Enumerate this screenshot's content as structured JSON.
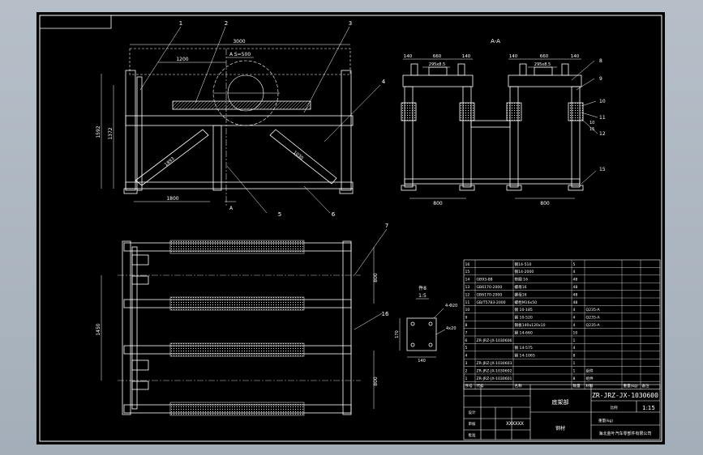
{
  "drawing": {
    "section_label": "A-A",
    "section_cut_marks": [
      "A",
      "A"
    ],
    "detail_label": "件8",
    "detail_scale": "1:5",
    "colors": {
      "sheet": "#000000",
      "line": "#ffffff",
      "accent": "#e8e8e8",
      "surround": "#a9b3bd"
    }
  },
  "front_view": {
    "dims": {
      "overall_width": "3000",
      "top_offset": "1200",
      "sweep": "S=500",
      "height_outer": "1592",
      "height_inner": "1372",
      "brace_left": "1893",
      "brace_right": "1030",
      "base_span": "1800"
    },
    "balloons": [
      "1",
      "2",
      "3",
      "4",
      "5",
      "6"
    ]
  },
  "side_view": {
    "dims": {
      "top_a1": "140",
      "top_a2": "660",
      "top_a3": "140",
      "top_b1": "140",
      "top_b2": "660",
      "top_b3": "140",
      "bore_left": "295x8.5",
      "bore_right": "295x8.5",
      "base_left": "800",
      "base_right": "800",
      "side_h1": "10",
      "side_h2": "15"
    },
    "balloons": [
      "8",
      "9",
      "10",
      "11",
      "12",
      "15"
    ]
  },
  "plan_view": {
    "dims": {
      "left_span": "1450",
      "right_top": "800",
      "right_bottom": "800"
    },
    "balloons": [
      "7",
      "16"
    ]
  },
  "detail_view": {
    "dims": {
      "width": "140",
      "height": "170",
      "hole": "4-Φ20",
      "hole_pattern": "4x20"
    }
  },
  "parts_list": {
    "rows": [
      {
        "no": "16",
        "code": "",
        "name": "钢14-510",
        "qty": "5",
        "mat": "",
        "weight": ""
      },
      {
        "no": "15",
        "code": "",
        "name": "钢14-2000",
        "qty": "4",
        "mat": "",
        "weight": ""
      },
      {
        "no": "14",
        "code": "GB93-88",
        "name": "垫圈 16",
        "qty": "48",
        "mat": "",
        "weight": ""
      },
      {
        "no": "13",
        "code": "GB6170-2000",
        "name": "螺母16",
        "qty": "48",
        "mat": "",
        "weight": ""
      },
      {
        "no": "12",
        "code": "GB6170-2000",
        "name": "螺母16",
        "qty": "48",
        "mat": "",
        "weight": ""
      },
      {
        "no": "11",
        "code": "GB/T5783-2000",
        "name": "螺栓M16x50",
        "qty": "48",
        "mat": "",
        "weight": ""
      },
      {
        "no": "10",
        "code": "",
        "name": "钢 10-185",
        "qty": "4",
        "mat": "Q235-A",
        "weight": ""
      },
      {
        "no": "9",
        "code": "",
        "name": "钢 10-520",
        "qty": "4",
        "mat": "Q235-A",
        "weight": ""
      },
      {
        "no": "8",
        "code": "",
        "name": "钢板140x120x10",
        "qty": "4",
        "mat": "Q235-A",
        "weight": ""
      },
      {
        "no": "7",
        "code": "",
        "name": "钢 14-660",
        "qty": "10",
        "mat": "",
        "weight": ""
      },
      {
        "no": "6",
        "code": "ZR-JRZ-JX-1030606",
        "name": "",
        "qty": "1",
        "mat": "",
        "weight": ""
      },
      {
        "no": "5",
        "code": "",
        "name": "钢 14-575",
        "qty": "4",
        "mat": "",
        "weight": ""
      },
      {
        "no": "4",
        "code": "",
        "name": "钢 14-1065",
        "qty": "8",
        "mat": "",
        "weight": ""
      },
      {
        "no": "3",
        "code": "ZR-JRZ-JX-1030603",
        "name": "",
        "qty": "1",
        "mat": "",
        "weight": ""
      },
      {
        "no": "2",
        "code": "ZR-JRZ-JX-1030602",
        "name": "",
        "qty": "1",
        "mat": "组件",
        "weight": ""
      },
      {
        "no": "1",
        "code": "ZR-JRZ-JX-1030601",
        "name": "",
        "qty": "8",
        "mat": "组件",
        "weight": ""
      }
    ],
    "header": {
      "no": "序号",
      "code": "代号",
      "name": "名称",
      "qty": "数量",
      "mat": "材料",
      "weight": "重量(kg)",
      "note": "备注"
    }
  },
  "title_block": {
    "drawing_title": "底架部",
    "drawing_number": "ZR-JRZ-JX-1030600",
    "scale": "1:15",
    "weight_label": "重量(kg)",
    "scale_label": "比例",
    "designer_label": "设计",
    "checker_label": "审核",
    "approver_label": "批准",
    "date_code": "XXXXXX",
    "material_note": "钢材",
    "company": "海北金叶汽车零部件有限公司"
  }
}
